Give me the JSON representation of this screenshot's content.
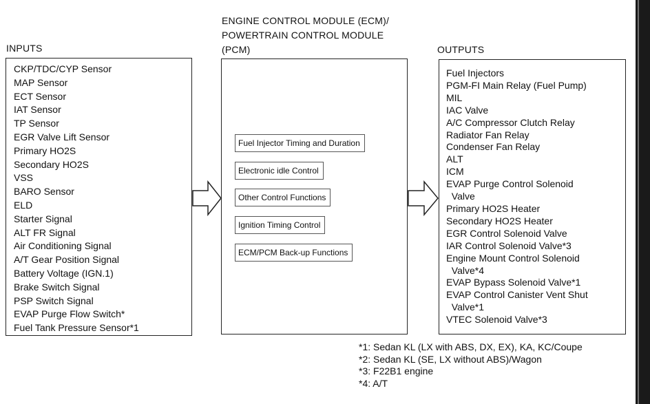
{
  "inputs": {
    "heading": "INPUTS",
    "items": [
      "CKP/TDC/CYP Sensor",
      "MAP Sensor",
      "ECT Sensor",
      "IAT Sensor",
      "TP Sensor",
      "EGR Valve Lift Sensor",
      "Primary HO2S",
      "Secondary HO2S",
      "VSS",
      "BARO Sensor",
      "ELD",
      "Starter Signal",
      "ALT FR Signal",
      "Air Conditioning Signal",
      "A/T Gear Position Signal",
      "Battery Voltage (IGN.1)",
      "Brake Switch Signal",
      "PSP Switch Signal",
      "EVAP Purge Flow Switch*",
      "Fuel Tank Pressure Sensor*1"
    ]
  },
  "ecm": {
    "heading_line1": "ENGINE CONTROL MODULE (ECM)/",
    "heading_line2": "POWERTRAIN CONTROL MODULE",
    "heading_line3": "(PCM)",
    "functions": [
      "Fuel Injector Timing and Duration",
      "Electronic idle Control",
      "Other Control Functions",
      "Ignition Timing Control",
      "ECM/PCM Back-up Functions"
    ]
  },
  "outputs": {
    "heading": "OUTPUTS",
    "items": [
      "Fuel Injectors",
      "PGM-FI Main Relay (Fuel Pump)",
      "MIL",
      "IAC Valve",
      "A/C Compressor Clutch Relay",
      "Radiator Fan Relay",
      "Condenser Fan Relay",
      "ALT",
      "ICM",
      "EVAP Purge Control Solenoid",
      "  Valve",
      "Primary HO2S Heater",
      "Secondary HO2S Heater",
      "EGR Control Solenoid Valve",
      "IAR Control Solenoid Valve*3",
      "Engine Mount Control Solenoid",
      "  Valve*4",
      "EVAP Bypass Solenoid Valve*1",
      "EVAP Control Canister Vent Shut",
      "  Valve*1",
      "VTEC Solenoid Valve*3"
    ]
  },
  "footnotes": [
    "*1: Sedan KL (LX with ABS, DX, EX), KA, KC/Coupe",
    "*2: Sedan KL (SE, LX without ABS)/Wagon",
    "*3: F22B1 engine",
    "*4: A/T"
  ]
}
